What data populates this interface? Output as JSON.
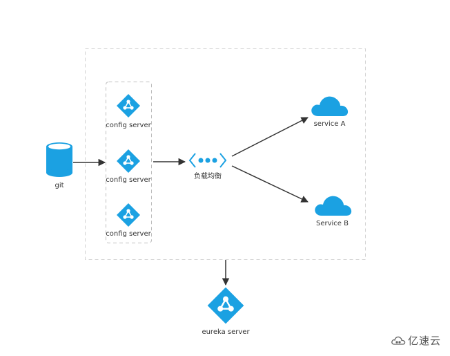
{
  "colors": {
    "accent": "#1ba1e2",
    "arrow": "#333333",
    "dashed_border": "#d4d4d4",
    "text": "#333333"
  },
  "nodes": {
    "git": {
      "label": "git",
      "icon": "database-cylinder-icon"
    },
    "config_servers": [
      {
        "label": "config server",
        "icon": "diamond-network-icon"
      },
      {
        "label": "config server",
        "icon": "diamond-network-icon"
      },
      {
        "label": "config server",
        "icon": "diamond-network-icon"
      }
    ],
    "load_balancer": {
      "label": "负载均衡",
      "icon": "load-balancer-icon"
    },
    "service_a": {
      "label": "service A",
      "icon": "cloud-icon"
    },
    "service_b": {
      "label": "Service B",
      "icon": "cloud-icon"
    },
    "eureka": {
      "label": "eureka server",
      "icon": "diamond-network-icon"
    }
  },
  "watermark": {
    "text": "亿速云",
    "icon": "cloud-logo-icon"
  }
}
